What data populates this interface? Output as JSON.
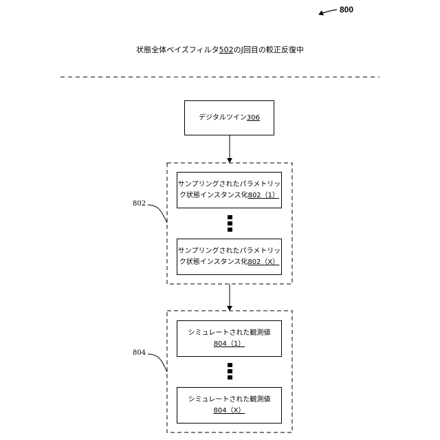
{
  "figure_number": "800",
  "title": {
    "text_before": "状態全体ベイズフィルタ",
    "ref": "502",
    "text_after": "のJ回目の較正反復中"
  },
  "digital_twin": {
    "text": "デジタルツイン",
    "ref": "306"
  },
  "group_802": {
    "label": "802",
    "item_first": {
      "line1": "サンプリングされたパラメトリッ",
      "line2": "ク状態インスタンス化",
      "ref": "802（1）"
    },
    "item_last": {
      "line1": "サンプリングされたパラメトリッ",
      "line2": "ク状態インスタンス化",
      "ref": "802（X）"
    }
  },
  "group_804": {
    "label": "804",
    "item_first": {
      "line1": "シミュレートされた観測値",
      "ref": "804（1）"
    },
    "item_last": {
      "line1": "シミュレートされた観測値",
      "ref": "804（X）"
    }
  }
}
